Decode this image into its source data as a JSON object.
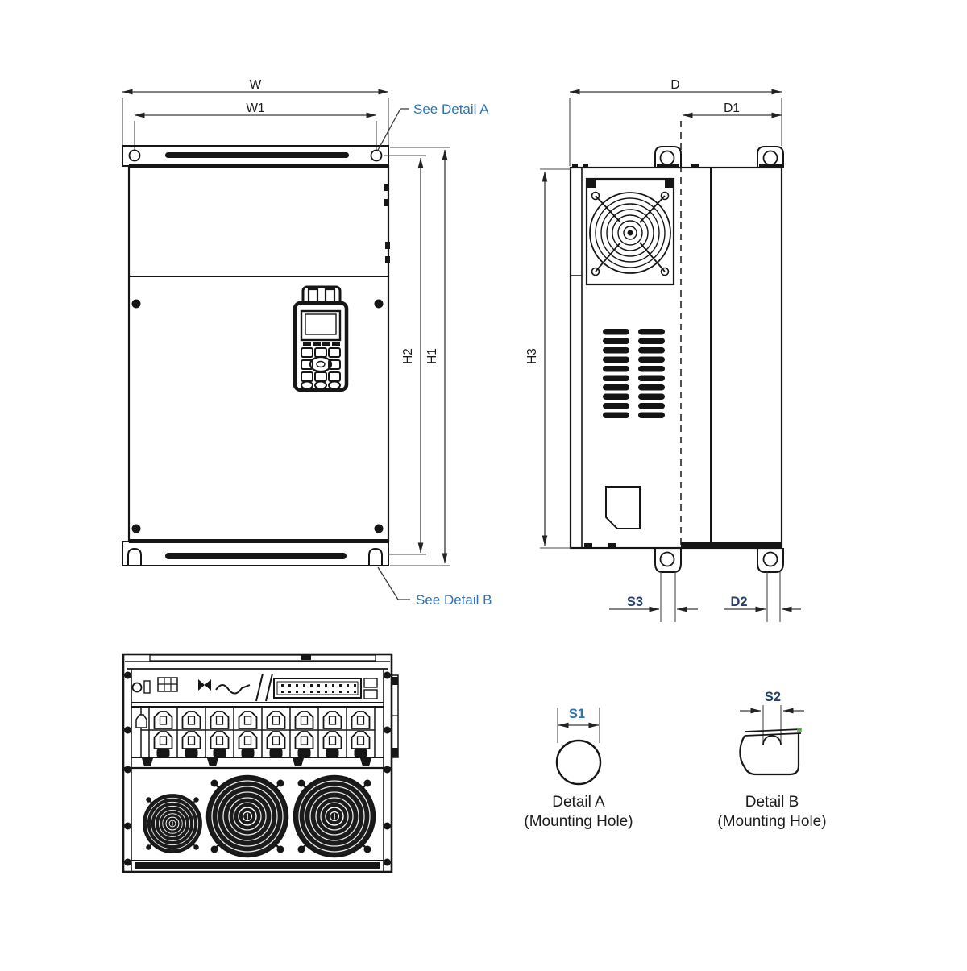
{
  "front_view": {
    "dim_w": "W",
    "dim_w1": "W1",
    "dim_h1": "H1",
    "dim_h2": "H2",
    "callout_detail_a": "See Detail A",
    "callout_detail_b": "See Detail B"
  },
  "side_view": {
    "dim_d": "D",
    "dim_d1": "D1",
    "dim_h3": "H3",
    "dim_s3": "S3",
    "dim_d2": "D2"
  },
  "detail_a": {
    "dim_s1": "S1",
    "title": "Detail A",
    "subtitle": "(Mounting Hole)"
  },
  "detail_b": {
    "dim_s2": "S2",
    "title": "Detail B",
    "subtitle": "(Mounting Hole)"
  },
  "colors": {
    "callout_blue": "#2E74B5",
    "dim_label_navy": "#24406e",
    "line_color": "#161616"
  }
}
